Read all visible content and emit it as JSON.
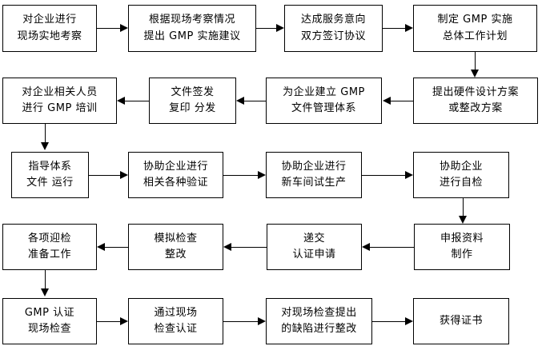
{
  "chart_data": {
    "type": "diagram",
    "title": "",
    "diagram_kind": "flowchart",
    "orientation": "boustrophedon-grid",
    "rows": 5,
    "columns": 4,
    "nodes": [
      {
        "id": "n1",
        "row": 1,
        "col": 1,
        "line1": "对企业进行",
        "line2": "现场实地考察"
      },
      {
        "id": "n2",
        "row": 1,
        "col": 2,
        "line1": "根据现场考察情况",
        "line2": "提出 GMP 实施建议"
      },
      {
        "id": "n3",
        "row": 1,
        "col": 3,
        "line1": "达成服务意向",
        "line2": "双方签订协议"
      },
      {
        "id": "n4",
        "row": 1,
        "col": 4,
        "line1": "制定 GMP 实施",
        "line2": "总体工作计划"
      },
      {
        "id": "n5",
        "row": 2,
        "col": 1,
        "line1": "对企业相关人员",
        "line2": "进行 GMP 培训"
      },
      {
        "id": "n6",
        "row": 2,
        "col": 2,
        "line1": "文件签发",
        "line2": "复印 分发"
      },
      {
        "id": "n7",
        "row": 2,
        "col": 3,
        "line1": "为企业建立 GMP",
        "line2": "文件管理体系"
      },
      {
        "id": "n8",
        "row": 2,
        "col": 4,
        "line1": "提出硬件设计方案",
        "line2": "或整改方案"
      },
      {
        "id": "n9",
        "row": 3,
        "col": 1,
        "line1": "指导体系",
        "line2": "文件 运行"
      },
      {
        "id": "n10",
        "row": 3,
        "col": 2,
        "line1": "协助企业进行",
        "line2": "相关各种验证"
      },
      {
        "id": "n11",
        "row": 3,
        "col": 3,
        "line1": "协助企业进行",
        "line2": "新车间试生产"
      },
      {
        "id": "n12",
        "row": 3,
        "col": 4,
        "line1": "协助企业",
        "line2": "进行自检"
      },
      {
        "id": "n13",
        "row": 4,
        "col": 1,
        "line1": "各项迎检",
        "line2": "准备工作"
      },
      {
        "id": "n14",
        "row": 4,
        "col": 2,
        "line1": "模拟检查",
        "line2": "整改"
      },
      {
        "id": "n15",
        "row": 4,
        "col": 3,
        "line1": "递交",
        "line2": "认证申请"
      },
      {
        "id": "n16",
        "row": 4,
        "col": 4,
        "line1": "申报资料",
        "line2": "制作"
      },
      {
        "id": "n17",
        "row": 5,
        "col": 1,
        "line1": "GMP 认证",
        "line2": "现场检查"
      },
      {
        "id": "n18",
        "row": 5,
        "col": 2,
        "line1": "通过现场",
        "line2": "检查认证"
      },
      {
        "id": "n19",
        "row": 5,
        "col": 3,
        "line1": "对现场检查提出",
        "line2": "的缺陷进行整改"
      },
      {
        "id": "n20",
        "row": 5,
        "col": 4,
        "line1": "获得证书",
        "line2": ""
      }
    ],
    "edges": [
      {
        "from": "n1",
        "to": "n2",
        "direction": "right"
      },
      {
        "from": "n2",
        "to": "n3",
        "direction": "right"
      },
      {
        "from": "n3",
        "to": "n4",
        "direction": "right"
      },
      {
        "from": "n4",
        "to": "n8",
        "direction": "down"
      },
      {
        "from": "n8",
        "to": "n7",
        "direction": "left"
      },
      {
        "from": "n7",
        "to": "n6",
        "direction": "left"
      },
      {
        "from": "n6",
        "to": "n5",
        "direction": "left"
      },
      {
        "from": "n5",
        "to": "n9",
        "direction": "down"
      },
      {
        "from": "n9",
        "to": "n10",
        "direction": "right"
      },
      {
        "from": "n10",
        "to": "n11",
        "direction": "right"
      },
      {
        "from": "n11",
        "to": "n12",
        "direction": "right"
      },
      {
        "from": "n12",
        "to": "n16",
        "direction": "down"
      },
      {
        "from": "n16",
        "to": "n15",
        "direction": "left"
      },
      {
        "from": "n15",
        "to": "n14",
        "direction": "left"
      },
      {
        "from": "n14",
        "to": "n13",
        "direction": "left"
      },
      {
        "from": "n13",
        "to": "n17",
        "direction": "down"
      },
      {
        "from": "n17",
        "to": "n18",
        "direction": "right"
      },
      {
        "from": "n18",
        "to": "n19",
        "direction": "right"
      },
      {
        "from": "n19",
        "to": "n20",
        "direction": "right"
      }
    ],
    "colors": {
      "stroke": "#000000",
      "fill": "#ffffff",
      "text": "#000000"
    }
  }
}
